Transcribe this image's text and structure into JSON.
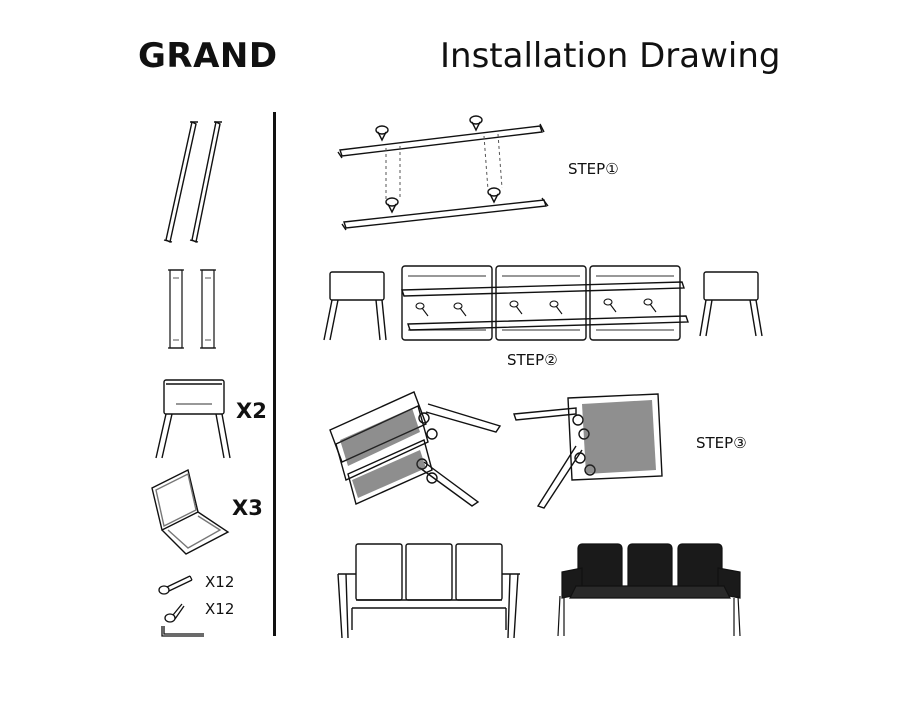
{
  "header": {
    "brand": "GRAND",
    "title": "Installation Drawing"
  },
  "parts": {
    "frame_qty": "X2",
    "seat_qty": "X3",
    "long_screw_qty": "X12",
    "short_screw_qty": "X12"
  },
  "steps": {
    "step1": "STEP①",
    "step2": "STEP②",
    "step3": "STEP③"
  },
  "colors": {
    "ink": "#111111",
    "grey": "#777777",
    "cushion": "#1a1a1a"
  }
}
